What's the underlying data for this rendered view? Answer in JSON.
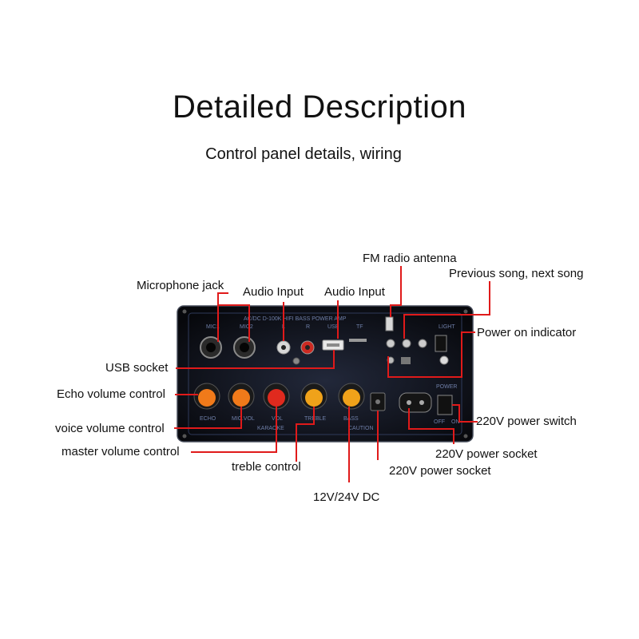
{
  "header": {
    "title": "Detailed Description",
    "subtitle": "Control panel details, wiring"
  },
  "callouts": {
    "fm_radio_antenna": "FM radio antenna",
    "previous_next_song": "Previous song, next song",
    "microphone_jack": "Microphone jack",
    "audio_input_1": "Audio Input",
    "audio_input_2": "Audio Input",
    "power_on_indicator": "Power on indicator",
    "usb_socket": "USB socket",
    "echo_volume_control": "Echo volume control",
    "voice_volume_control": "voice volume control",
    "master_volume_control": "master volume control",
    "treble_control": "treble control",
    "dc_input": "12V/24V DC",
    "power_socket_1": "220V power socket",
    "power_socket_2": "220V power socket",
    "power_switch": "220V power switch"
  },
  "panel": {
    "top_banner": "AC/DC  D-100K  HIFI  BASS  POWER AMP",
    "jack_labels": {
      "mic1": "MIC1",
      "mic2": "MIC2",
      "l": "L",
      "r": "R",
      "usb": "USB",
      "tf": "TF"
    },
    "knob_labels": {
      "echo": "ECHO",
      "micvol": "MIC.VOL",
      "vol": "VOL",
      "treble": "TREBLE",
      "bass": "BASS"
    },
    "right_labels": {
      "light": "LIGHT",
      "power": "POWER",
      "off": "OFF",
      "on": "ON"
    },
    "bottom_labels": {
      "karaoke": "KARAOKE",
      "caution": "CAUTION"
    }
  },
  "colors": {
    "leader_line": "#e01a1a",
    "panel_bg": "#0c0c12",
    "knob_orange": "#f07a1a",
    "knob_red": "#e02a1e",
    "knob_yellow": "#f0a21a"
  }
}
